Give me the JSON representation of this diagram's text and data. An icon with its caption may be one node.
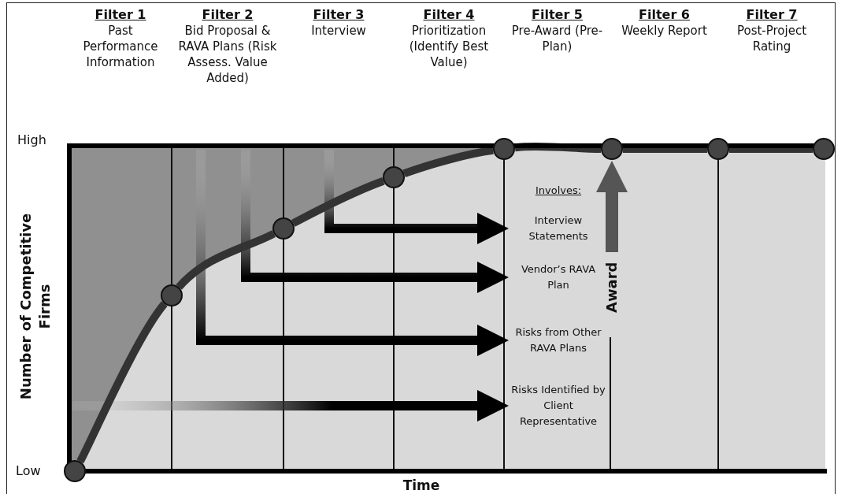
{
  "diagram": {
    "nodes": [
      {
        "text": [
          "Filter 1",
          "Past Performance Information"
        ]
      },
      {
        "text": [
          "Filter 2",
          "Bid Proposal & RAVA Plans (Risk Assess. Value Added)"
        ]
      },
      {
        "text": [
          "Filter 3",
          "Interview"
        ]
      },
      {
        "text": [
          "Filter 4",
          "Prioritization (Identify Best Value)"
        ]
      },
      {
        "text": [
          "Filter 5",
          "Pre-Award (Pre-Plan)"
        ]
      },
      {
        "text": [
          "Filter 6",
          "Weekly Report"
        ]
      },
      {
        "text": [
          "Filter 7",
          "Post-Project Rating"
        ]
      },
      {
        "text": [
          "Interview Statements"
        ]
      },
      {
        "text": [
          "Vendor’s RAVA Plan"
        ]
      },
      {
        "text": [
          "Risks from Other RAVA Plans"
        ]
      },
      {
        "text": [
          "Risks Identified by Client Representative"
        ]
      },
      {
        "text": [
          "Award"
        ]
      },
      {
        "text": [],
        "shape": "circle"
      },
      {
        "text": [],
        "shape": "circle"
      },
      {
        "text": [],
        "shape": "circle"
      },
      {
        "text": [],
        "shape": "circle"
      },
      {
        "text": [],
        "shape": "circle"
      },
      {
        "text": [],
        "shape": "circle"
      },
      {
        "text": [],
        "shape": "circle"
      },
      {
        "text": [],
        "shape": "circle"
      }
    ],
    "edges": [
      {
        "from": null,
        "to": 10,
        "arrow": "to"
      },
      {
        "from": null,
        "to": 9,
        "arrow": "to"
      },
      {
        "from": null,
        "to": 8,
        "arrow": "to"
      },
      {
        "from": null,
        "to": 7,
        "arrow": "to"
      },
      {
        "from": 11,
        "to": 17,
        "arrow": "to",
        "color": "#555555"
      },
      {
        "from": 12,
        "to": 13,
        "arrow": "none",
        "color": "#333333"
      },
      {
        "from": 13,
        "to": 14,
        "arrow": "none",
        "color": "#333333"
      },
      {
        "from": 14,
        "to": 15,
        "arrow": "none",
        "color": "#333333"
      },
      {
        "from": 15,
        "to": 16,
        "arrow": "none",
        "color": "#333333"
      },
      {
        "from": 16,
        "to": 17,
        "arrow": "none",
        "color": "#333333"
      },
      {
        "from": 17,
        "to": 18,
        "arrow": "none",
        "color": "#333333"
      },
      {
        "from": 18,
        "to": 19,
        "arrow": "none",
        "color": "#333333"
      }
    ],
    "labels": [
      "High",
      "Involves:",
      "Number of Competitive Firms",
      "Low",
      "Time"
    ]
  }
}
